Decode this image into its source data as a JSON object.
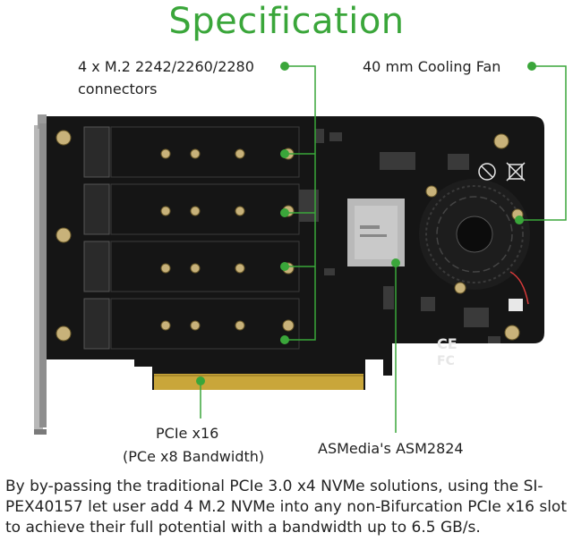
{
  "title": "Specification",
  "callouts": {
    "connectors_line1": "4 x M.2 2242/2260/2280",
    "connectors_line2": "connectors",
    "fan": "40 mm Cooling Fan",
    "pcie_line1": "PCIe x16",
    "pcie_line2": "(PCe x8 Bandwidth)",
    "chip": "ASMedia's ASM2824"
  },
  "board_marks": {
    "ce": "CE",
    "fc": "FC"
  },
  "description": "By by-passing the traditional PCIe 3.0 x4 NVMe solutions, using the SI-PEX40157 let user add 4 M.2 NVMe into any non-Bifurcation PCIe x16 slot to achieve their full potential with a bandwidth up to 6.5 GB/s.",
  "colors": {
    "accent": "#3aa63a",
    "pcb": "#161616",
    "bracket": "#a9a9a9",
    "gold": "#c9a63a"
  }
}
